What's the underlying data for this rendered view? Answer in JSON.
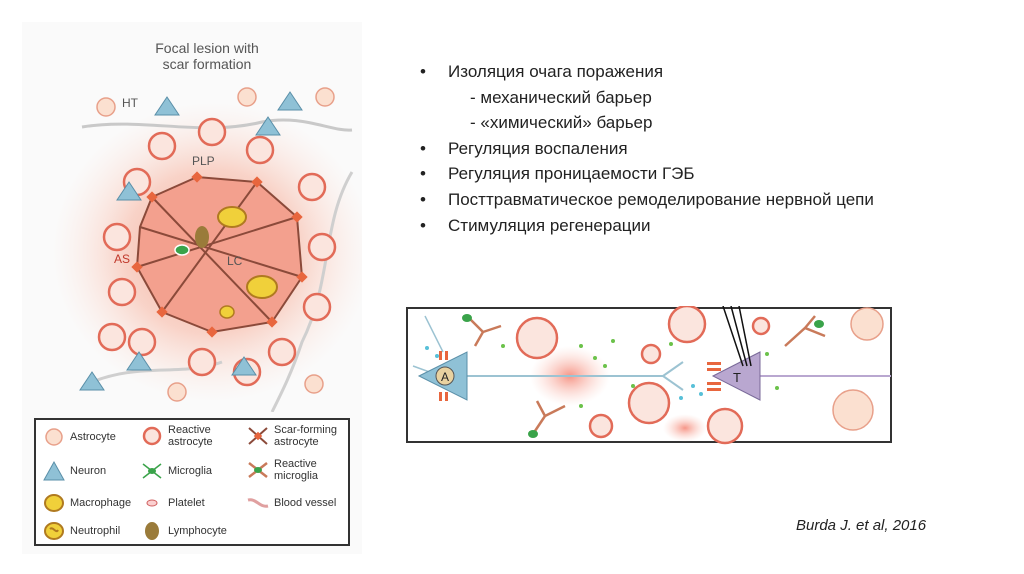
{
  "figure": {
    "title_line1": "Focal lesion with",
    "title_line2": "scar formation",
    "labels": {
      "ht": "HT",
      "plp": "PLP",
      "as": "AS",
      "lc": "LC"
    },
    "legend": [
      {
        "label": "Astrocyte",
        "icon": "astrocyte-icon"
      },
      {
        "label": "Reactive astrocyte",
        "icon": "reactive-astrocyte-icon"
      },
      {
        "label": "Scar-forming astrocyte",
        "icon": "scar-forming-astrocyte-icon"
      },
      {
        "label": "Neuron",
        "icon": "neuron-icon"
      },
      {
        "label": "Microglia",
        "icon": "microglia-icon"
      },
      {
        "label": "Reactive microglia",
        "icon": "reactive-microglia-icon"
      },
      {
        "label": "Macrophage",
        "icon": "macrophage-icon"
      },
      {
        "label": "Platelet",
        "icon": "platelet-icon"
      },
      {
        "label": "Blood vessel",
        "icon": "blood-vessel-icon"
      },
      {
        "label": "Neutrophil",
        "icon": "neutrophil-icon"
      },
      {
        "label": "Lymphocyte",
        "icon": "lymphocyte-icon"
      }
    ]
  },
  "bullets": {
    "item1": "Изоляция очага поражения",
    "sub1": "- механический барьер",
    "sub2": "- «химический» барьер",
    "item2": "Регуляция воспаления",
    "item3": "Регуляция проницаемости ГЭБ",
    "item4": "Посттравматическое ремоделирование нервной цепи",
    "item5": "Стимуляция регенерации"
  },
  "neuron_labels": {
    "a": "A",
    "t": "T"
  },
  "citation": "Burda J. et al, 2016",
  "colors": {
    "reactive": "#e88a7a",
    "neuron": "#8fc1d6",
    "scar": "#8b4a3a",
    "glow": "#f7c9bd"
  }
}
